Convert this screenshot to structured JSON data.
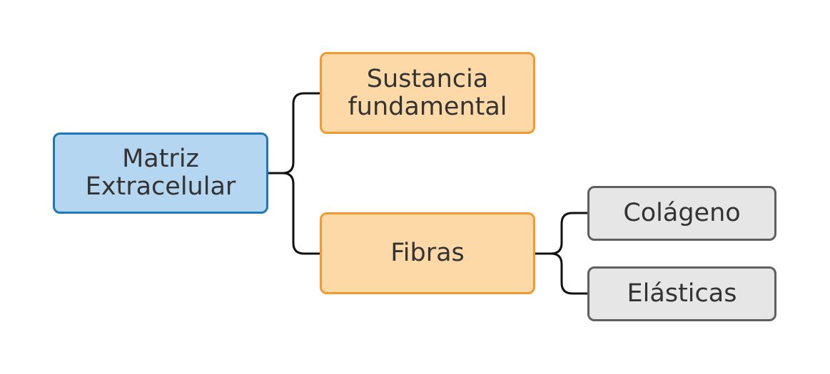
{
  "diagram": {
    "root": {
      "label": "Matriz\nExtracelular",
      "fill": "#b4d6f0"
    },
    "branches": [
      {
        "label": "Sustancia\nfundamental",
        "fill": "#fdd9a8"
      },
      {
        "label": "Fibras",
        "fill": "#fdd9a8",
        "children": [
          {
            "label": "Colágeno",
            "fill": "#e6e6e6"
          },
          {
            "label": "Elásticas",
            "fill": "#e6e6e6"
          }
        ]
      }
    ],
    "connector_color": "#111111"
  }
}
